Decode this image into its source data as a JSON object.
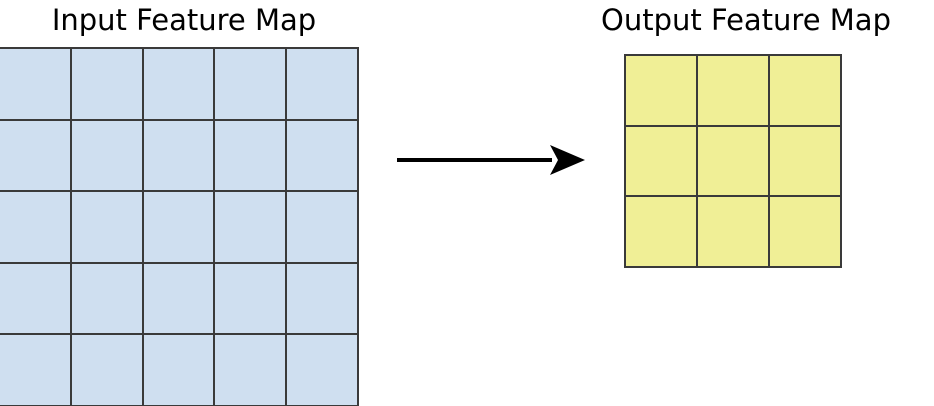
{
  "figure": {
    "type": "diagram",
    "description": "Convolution feature map size reduction diagram",
    "background_color": "#ffffff"
  },
  "input_panel": {
    "title": "Input Feature Map",
    "grid": {
      "rows": 5,
      "cols": 5,
      "fill_color": "#cfdff0",
      "line_color": "#3a3a3a",
      "cells": [
        [
          "",
          "",
          "",
          "",
          ""
        ],
        [
          "",
          "",
          "",
          "",
          ""
        ],
        [
          "",
          "",
          "",
          "",
          ""
        ],
        [
          "",
          "",
          "",
          "",
          ""
        ],
        [
          "",
          "",
          "",
          "",
          ""
        ]
      ]
    }
  },
  "output_panel": {
    "title": "Output Feature Map",
    "grid": {
      "rows": 3,
      "cols": 3,
      "fill_color": "#f0ef96",
      "line_color": "#3a3a3a",
      "cells": [
        [
          "",
          "",
          ""
        ],
        [
          "",
          "",
          ""
        ],
        [
          "",
          "",
          ""
        ]
      ]
    }
  },
  "connector": {
    "icon": "right-arrow-icon",
    "direction": "right",
    "color": "#000000"
  }
}
